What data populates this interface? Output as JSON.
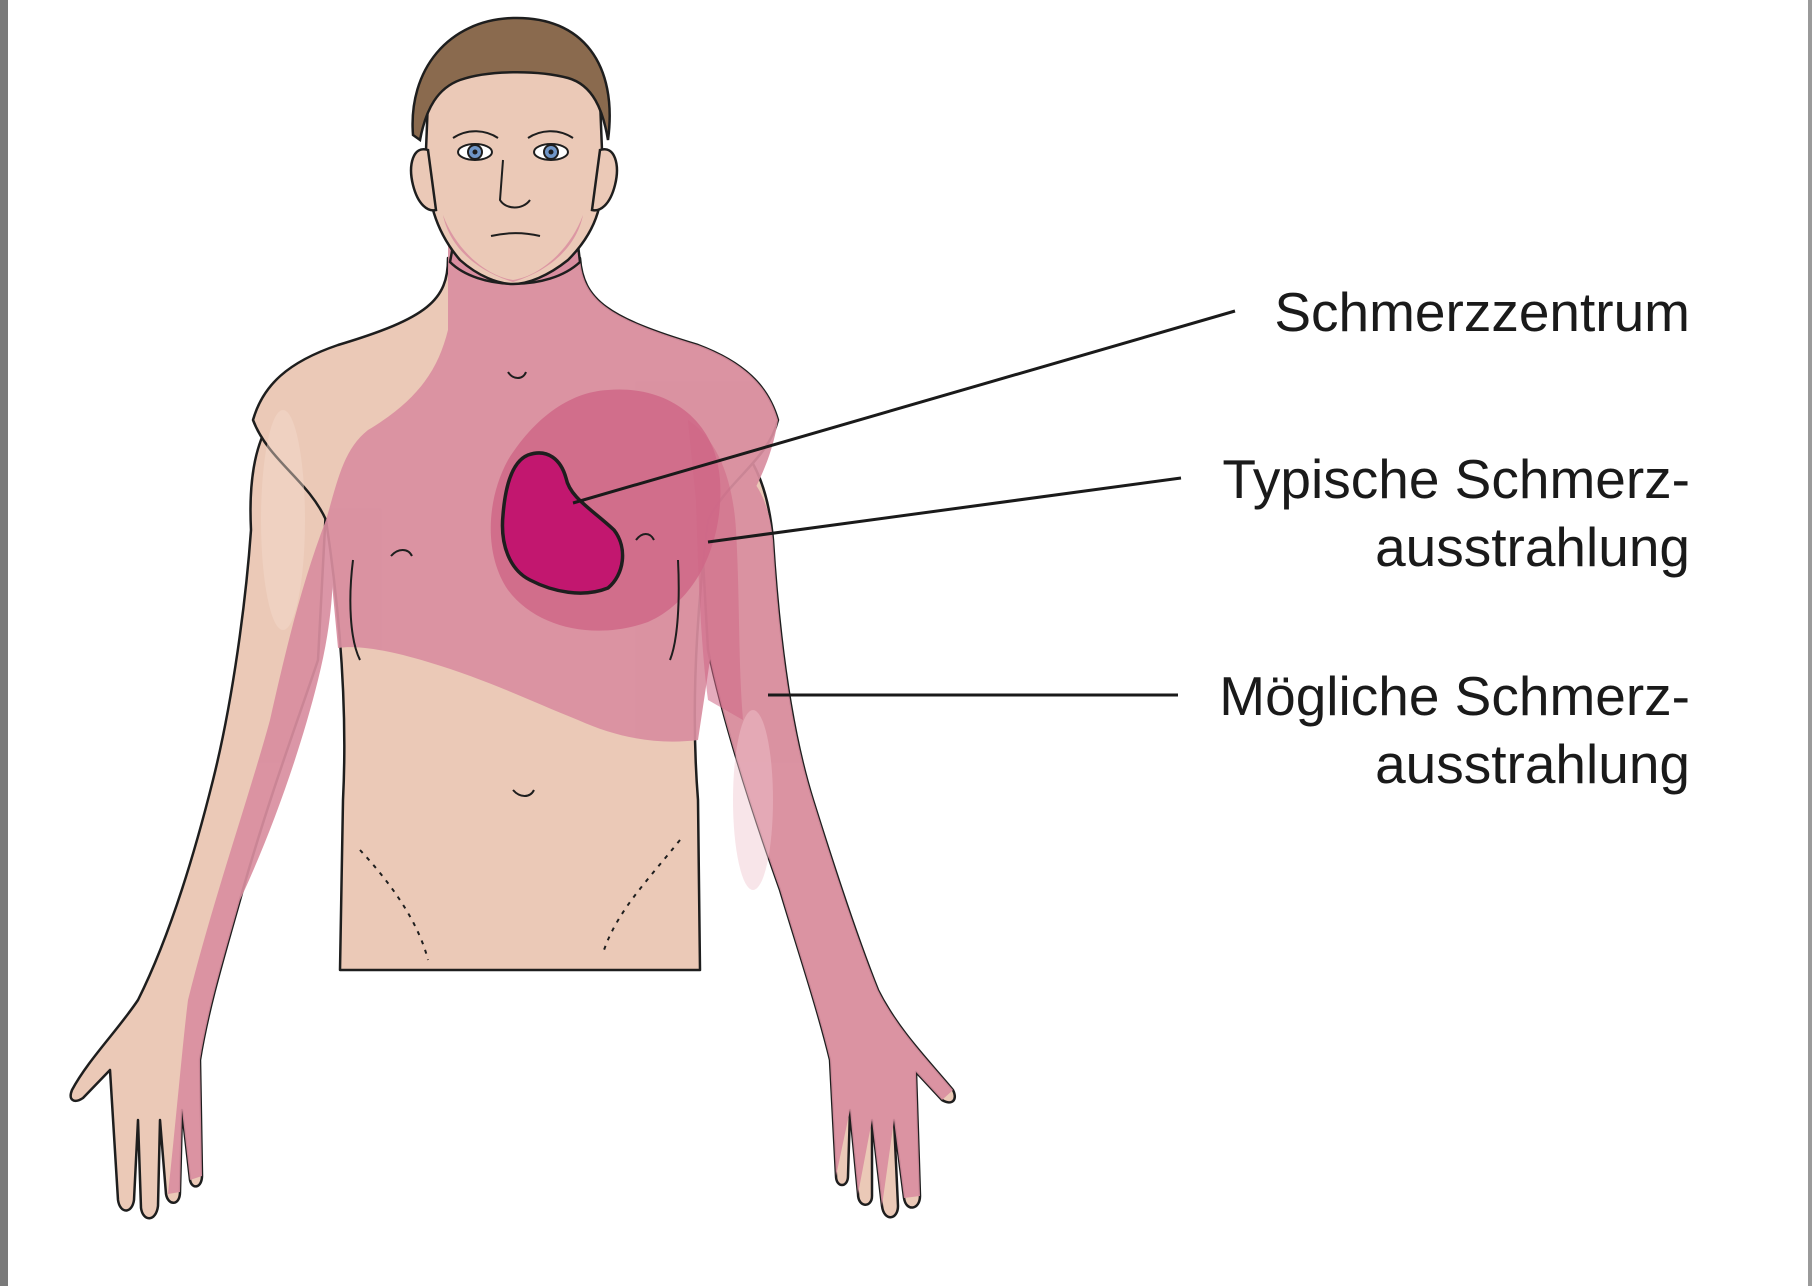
{
  "labels": {
    "pain_center": "Schmerzzentrum",
    "typical_radiation": {
      "line1": "Typische Schmerz-",
      "line2": "ausstrahlung"
    },
    "possible_radiation": {
      "line1": "Mögliche Schmerz-",
      "line2": "ausstrahlung"
    }
  },
  "colors": {
    "skin": "#ebc9b7",
    "skin_shadow": "#dfb4a2",
    "possible_radiation_zone": "#d98ea0",
    "typical_radiation_zone": "#cf6787",
    "pain_center": "#c2176f",
    "outline": "#1e1e1e",
    "hair": "#8a6a4e",
    "eyes": "#6f96c8"
  }
}
